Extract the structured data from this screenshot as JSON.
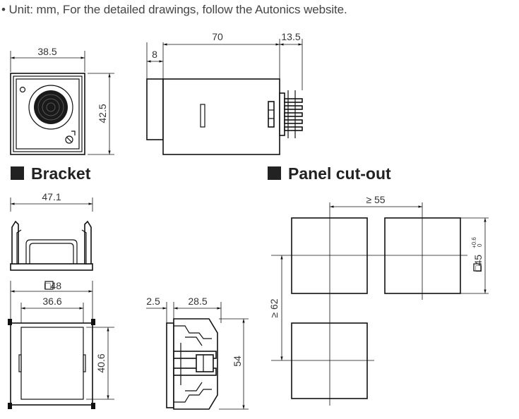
{
  "header": {
    "note": "• Unit: mm, For the detailed drawings, follow the Autonics website."
  },
  "sections": {
    "bracket": "Bracket",
    "panel_cutout": "Panel cut-out"
  },
  "dimensions": {
    "front_width": "38.5",
    "front_height": "42.5",
    "body_length": "70",
    "terminal_length": "13.5",
    "front_offset": "8",
    "bracket_top_width": "47.1",
    "bracket_square": "□48",
    "bracket_inner_width": "36.6",
    "bracket_inner_height": "40.6",
    "side_offset": "2.5",
    "side_depth": "28.5",
    "side_height": "54",
    "cutout_pitch_h": "≥ 55",
    "cutout_pitch_v": "≥ 62",
    "cutout_size": "□45",
    "cutout_tol_plus": "+0.6",
    "cutout_tol_minus": "0"
  }
}
